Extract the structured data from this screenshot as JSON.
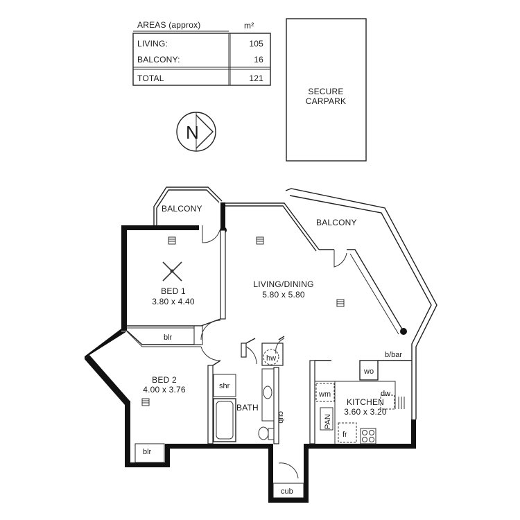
{
  "areas_table": {
    "header_label": "AREAS (approx)",
    "header_unit": "m²",
    "rows": [
      {
        "label": "LIVING:",
        "value": "105"
      },
      {
        "label": "BALCONY:",
        "value": "16"
      }
    ],
    "total": {
      "label": "TOTAL",
      "value": "121"
    }
  },
  "carpark_label_line1": "SECURE",
  "carpark_label_line2": "CARPARK",
  "north_label": "N",
  "rooms": {
    "balcony_1": "BALCONY",
    "balcony_2": "BALCONY",
    "bed1_name": "BED 1",
    "bed1_size": "3.80 x 4.40",
    "living_name": "LIVING/DINING",
    "living_size": "5.80 x 5.80",
    "bed2_name": "BED 2",
    "bed2_size": "4.00 x 3.76",
    "bath": "BATH",
    "kitchen_name": "KITCHEN",
    "kitchen_size": "3.60 x 3.20"
  },
  "fixtures": {
    "blr_1": "blr",
    "blr_2": "blr",
    "hw": "hw",
    "shr": "shr",
    "cub_1": "cub",
    "cub_2": "cub",
    "bbar": "b/bar",
    "wo": "wo",
    "wm": "wm",
    "dw": "dw",
    "pan": "PAN",
    "fr": "fr"
  }
}
